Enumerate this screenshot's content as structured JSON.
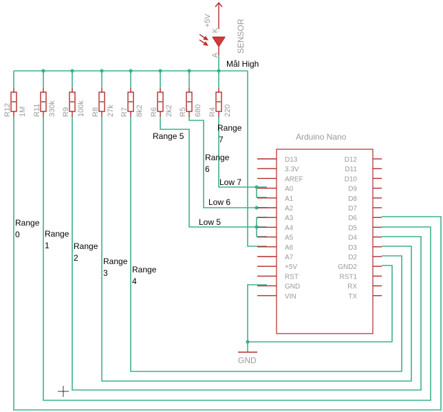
{
  "resistors": [
    {
      "name": "R12",
      "value": "1M"
    },
    {
      "name": "R11",
      "value": "330k"
    },
    {
      "name": "R9",
      "value": "100k"
    },
    {
      "name": "R8",
      "value": "27k"
    },
    {
      "name": "R7",
      "value": "8k2"
    },
    {
      "name": "R6",
      "value": "2k2"
    },
    {
      "name": "R5",
      "value": "680"
    },
    {
      "name": "R4",
      "value": "220"
    }
  ],
  "sensor": {
    "label": "SENSOR",
    "supply": "+5V",
    "pin_k": "K",
    "pin_a": "A"
  },
  "net_labels": {
    "mal_high": "Mål High",
    "range0": [
      "Range",
      "0"
    ],
    "range1": [
      "Range",
      "1"
    ],
    "range2": [
      "Range",
      "2"
    ],
    "range3": [
      "Range",
      "3"
    ],
    "range4": [
      "Range",
      "4"
    ],
    "range5": "Range 5",
    "range6": [
      "Range",
      "6"
    ],
    "range7": [
      "Range",
      "7"
    ],
    "low7": "Low 7",
    "low6": "Low 6",
    "low5": "Low 5"
  },
  "ground_label": "GND",
  "arduino": {
    "title": "Arduino Nano",
    "left_pins": [
      "D13",
      "3.3V",
      "AREF",
      "A0",
      "A1",
      "A2",
      "A3",
      "A4",
      "A5",
      "A6",
      "A7",
      "+5V",
      "RST",
      "GND",
      "VIN"
    ],
    "right_pins": [
      "D12",
      "D11",
      "D10",
      "D9",
      "D8",
      "D7",
      "D6",
      "D5",
      "D4",
      "D3",
      "D2",
      "GND2",
      "RST1",
      "RX",
      "TX"
    ]
  }
}
